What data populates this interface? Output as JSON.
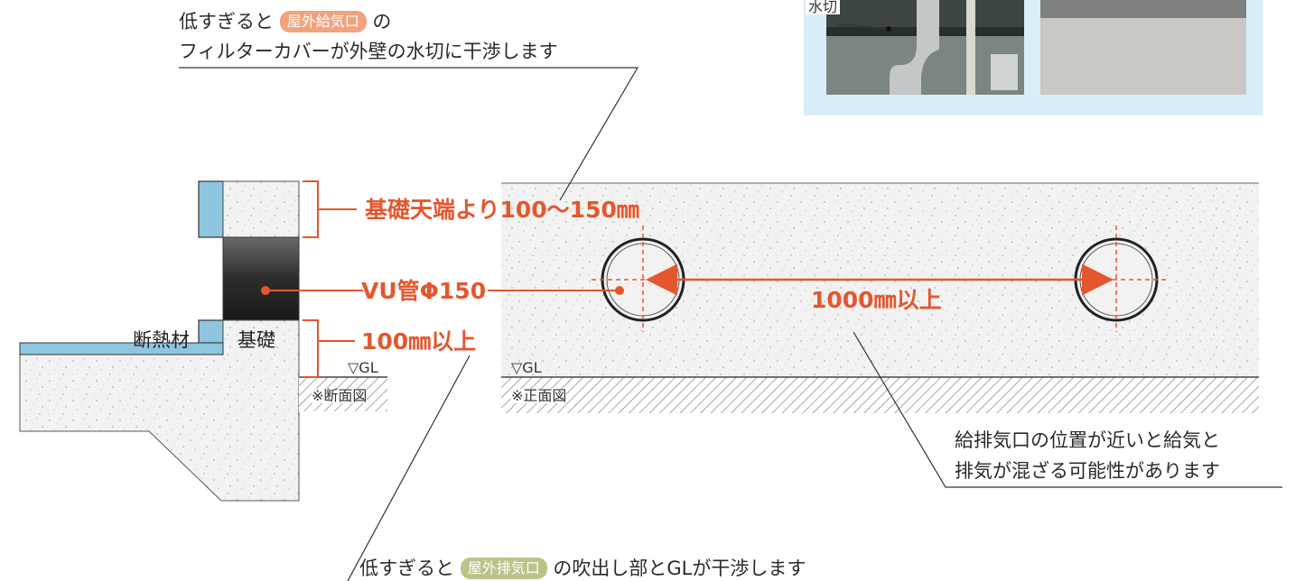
{
  "callouts": {
    "top_prefix": "低すぎると",
    "top_tag": "屋外給気口",
    "top_suffix": "の",
    "top_line2": "フィルターカバーが外壁の水切に干渉します",
    "bottom_prefix": "低すぎると",
    "bottom_tag": "屋外排気口",
    "bottom_suffix": "の吹出し部とGLが干渉します",
    "right_line1": "給排気口の位置が近いと給気と",
    "right_line2": "排気が混ざる可能性があります"
  },
  "photo": {
    "label": "水切"
  },
  "section_view": {
    "dim_top": "基礎天端より100〜150㎜",
    "pipe_label": "VU管Φ150",
    "dim_bottom": "100㎜以上",
    "insulation": "断熱材",
    "foundation": "基礎",
    "gl": "▽GL",
    "caption": "※断面図"
  },
  "front_view": {
    "spacing": "1000㎜以上",
    "gl": "▽GL",
    "caption": "※正面図"
  },
  "colors": {
    "accent": "#e4572e",
    "insulation": "#8ec6e0",
    "photo_panel": "#d8eef9",
    "tag_orange": "#f2a27c",
    "tag_green": "#bdc18a"
  }
}
